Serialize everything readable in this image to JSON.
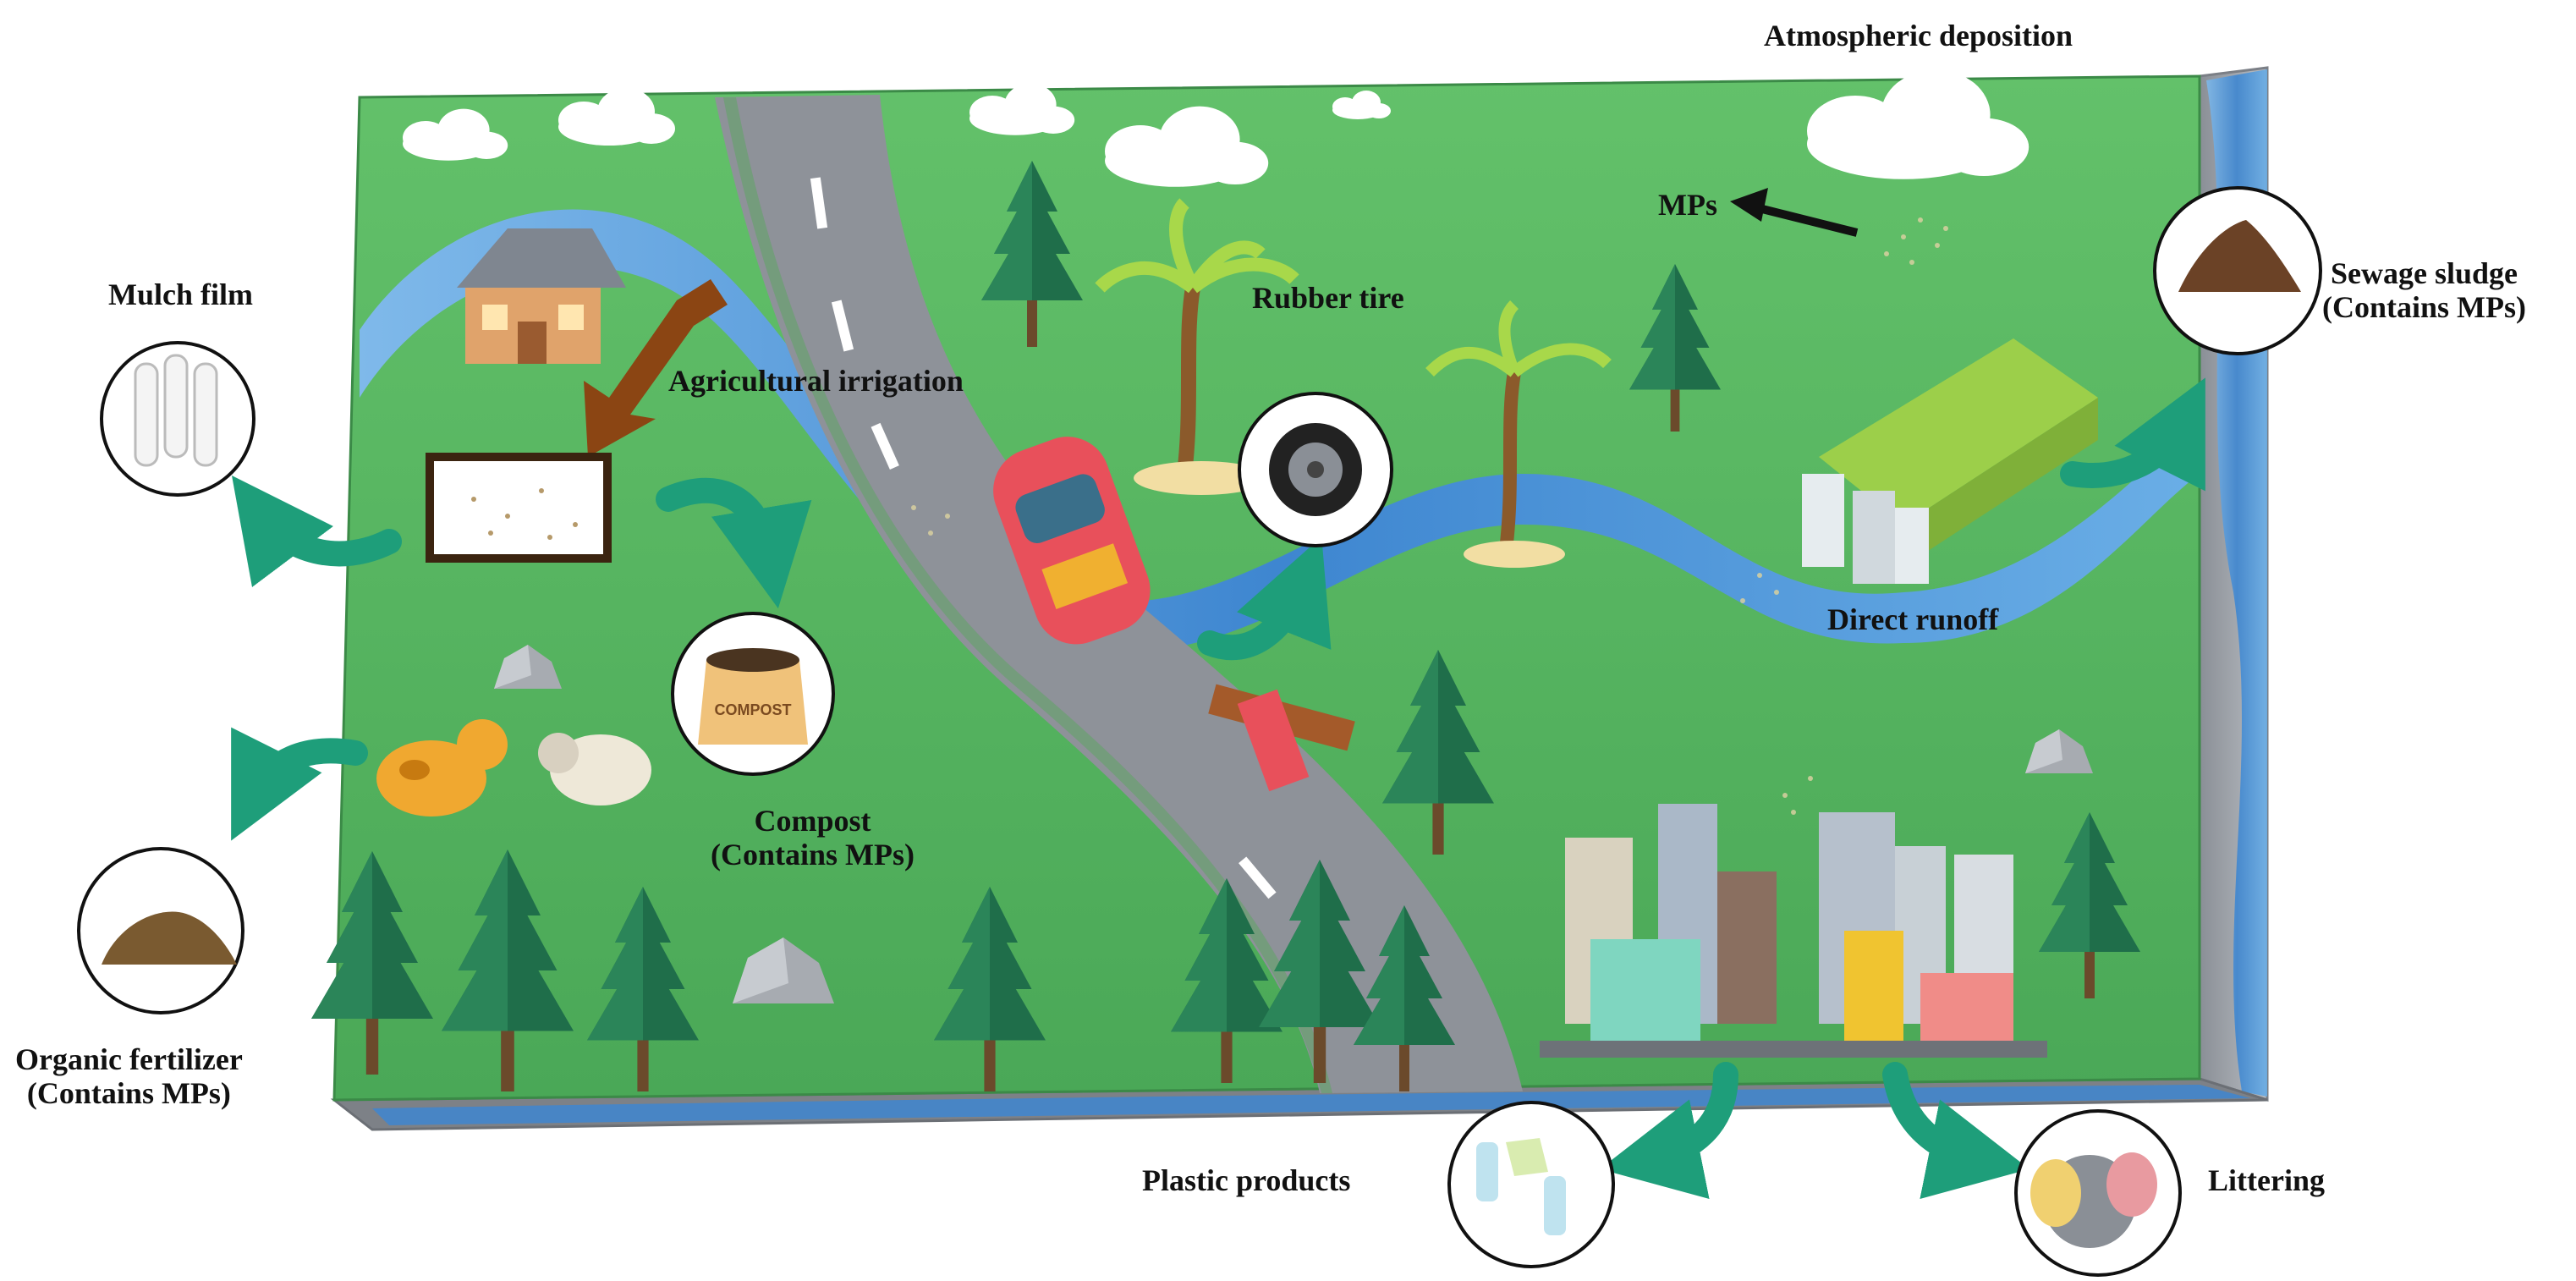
{
  "labels": {
    "atmospheric_deposition": "Atmospheric deposition",
    "mps": "MPs",
    "mulch_film": "Mulch film",
    "agricultural_irrigation": "Agricultural irrigation",
    "rubber_tire": "Rubber tire",
    "sewage_sludge_line1": "Sewage sludge",
    "sewage_sludge_line2": "(Contains MPs)",
    "direct_runoff": "Direct runoff",
    "compost_line1": "Compost",
    "compost_line2": "(Contains MPs)",
    "organic_fertilizer_line1": "Organic fertilizer",
    "organic_fertilizer_line2": "(Contains MPs)",
    "plastic_products": "Plastic products",
    "littering": "Littering",
    "compost_bag_text": "COMPOST"
  },
  "colors": {
    "grass": "#5cb85c",
    "grass_dark": "#3f9b4a",
    "river": "#4a90d9",
    "road": "#8e9299",
    "arrow_teal": "#1e9e7a",
    "arrow_brown": "#8b4513",
    "tree": "#1f6e4a",
    "car": "#e8505b",
    "side_grey": "#9a9ea5"
  }
}
